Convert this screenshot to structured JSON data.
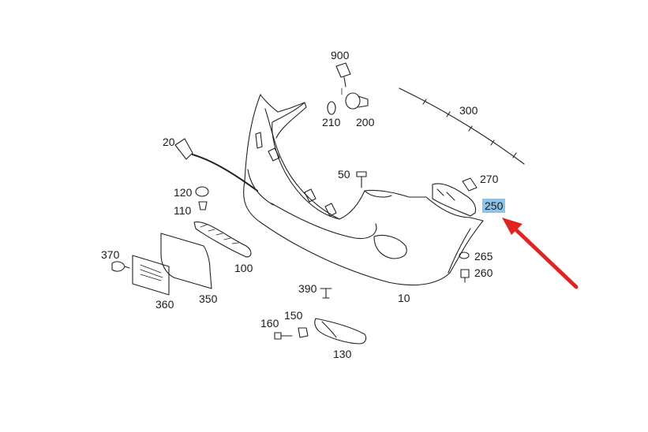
{
  "diagram": {
    "highlight_color": "#8fc3e6",
    "arrow_color": "#e02424",
    "highlighted_part": "250",
    "labels": {
      "p900": "900",
      "p210": "210",
      "p200": "200",
      "p300": "300",
      "p20": "20",
      "p50": "50",
      "p270": "270",
      "p250": "250",
      "p120": "120",
      "p110": "110",
      "p370": "370",
      "p100": "100",
      "p265": "265",
      "p260": "260",
      "p390": "390",
      "p360": "360",
      "p350": "350",
      "p10": "10",
      "p160": "160",
      "p150": "150",
      "p130": "130"
    }
  }
}
